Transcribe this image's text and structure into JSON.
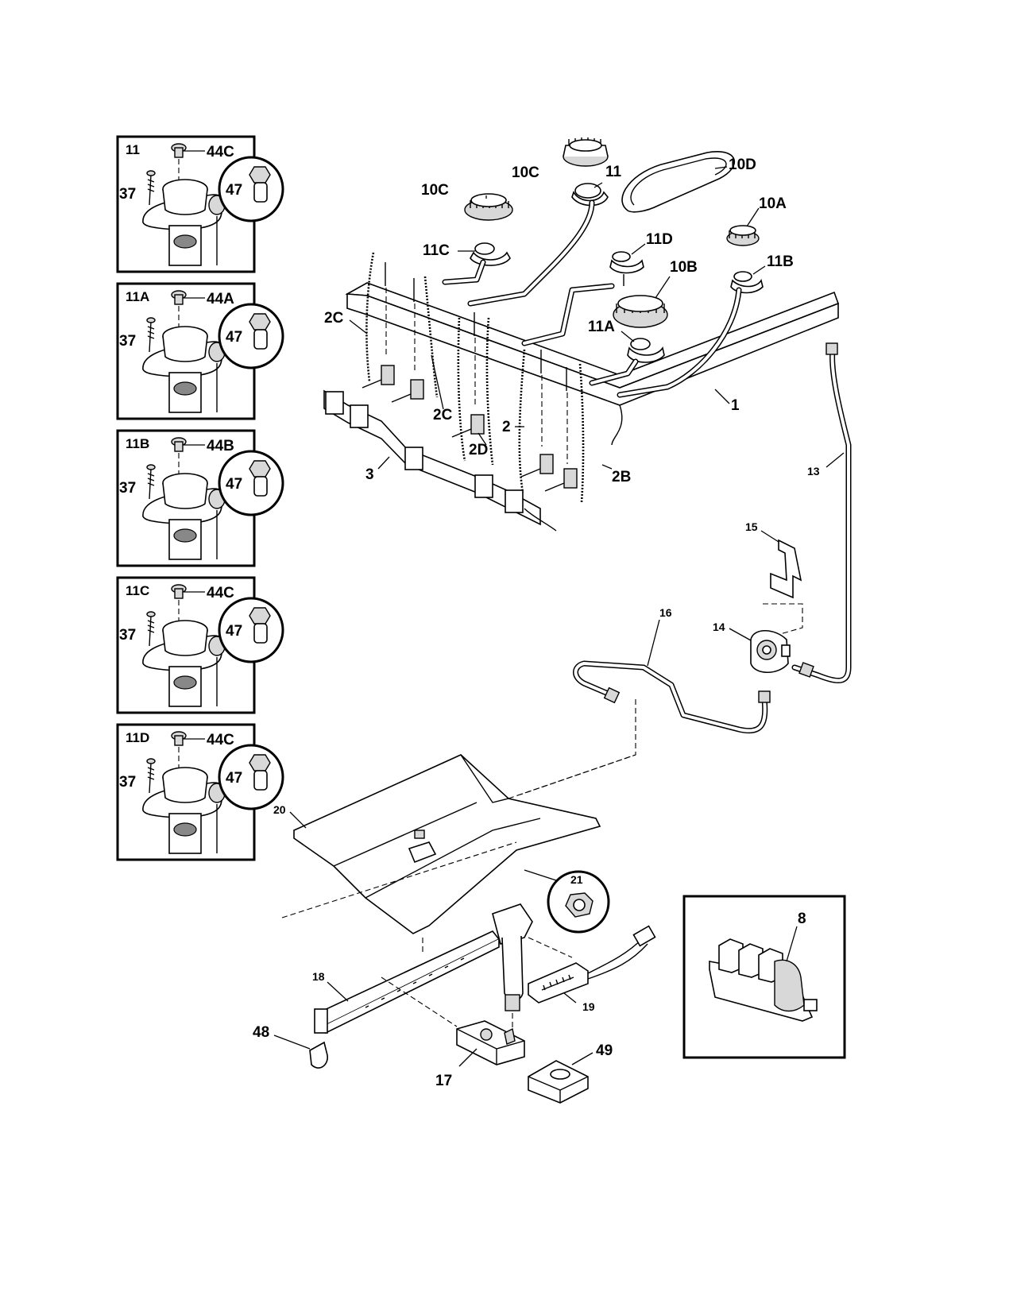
{
  "insets": [
    {
      "label": "11",
      "cap_callout": "44C",
      "screw_callout": "37",
      "orifice_callout": "47"
    },
    {
      "label": "11A",
      "cap_callout": "44A",
      "screw_callout": "37",
      "orifice_callout": "47"
    },
    {
      "label": "11B",
      "cap_callout": "44B",
      "screw_callout": "37",
      "orifice_callout": "47"
    },
    {
      "label": "11C",
      "cap_callout": "44C",
      "screw_callout": "37",
      "orifice_callout": "47"
    },
    {
      "label": "11D",
      "cap_callout": "44C",
      "screw_callout": "37",
      "orifice_callout": "47"
    }
  ],
  "callouts": {
    "c10C_a": "10C",
    "c11_a": "11",
    "c10D": "10D",
    "c10C_b": "10C",
    "c10A": "10A",
    "c11C": "11C",
    "c11D": "11D",
    "c11B": "11B",
    "c10B": "10B",
    "c11A": "11A",
    "c2C_a": "2C",
    "c2C_b": "2C",
    "c2D": "2D",
    "c2": "2",
    "c2B": "2B",
    "c1": "1",
    "c3": "3",
    "c13": "13",
    "c15": "15",
    "c16": "16",
    "c14": "14",
    "c20": "20",
    "c21": "21",
    "c8": "8",
    "c18": "18",
    "c19": "19",
    "c48": "48",
    "c17": "17",
    "c49": "49"
  }
}
